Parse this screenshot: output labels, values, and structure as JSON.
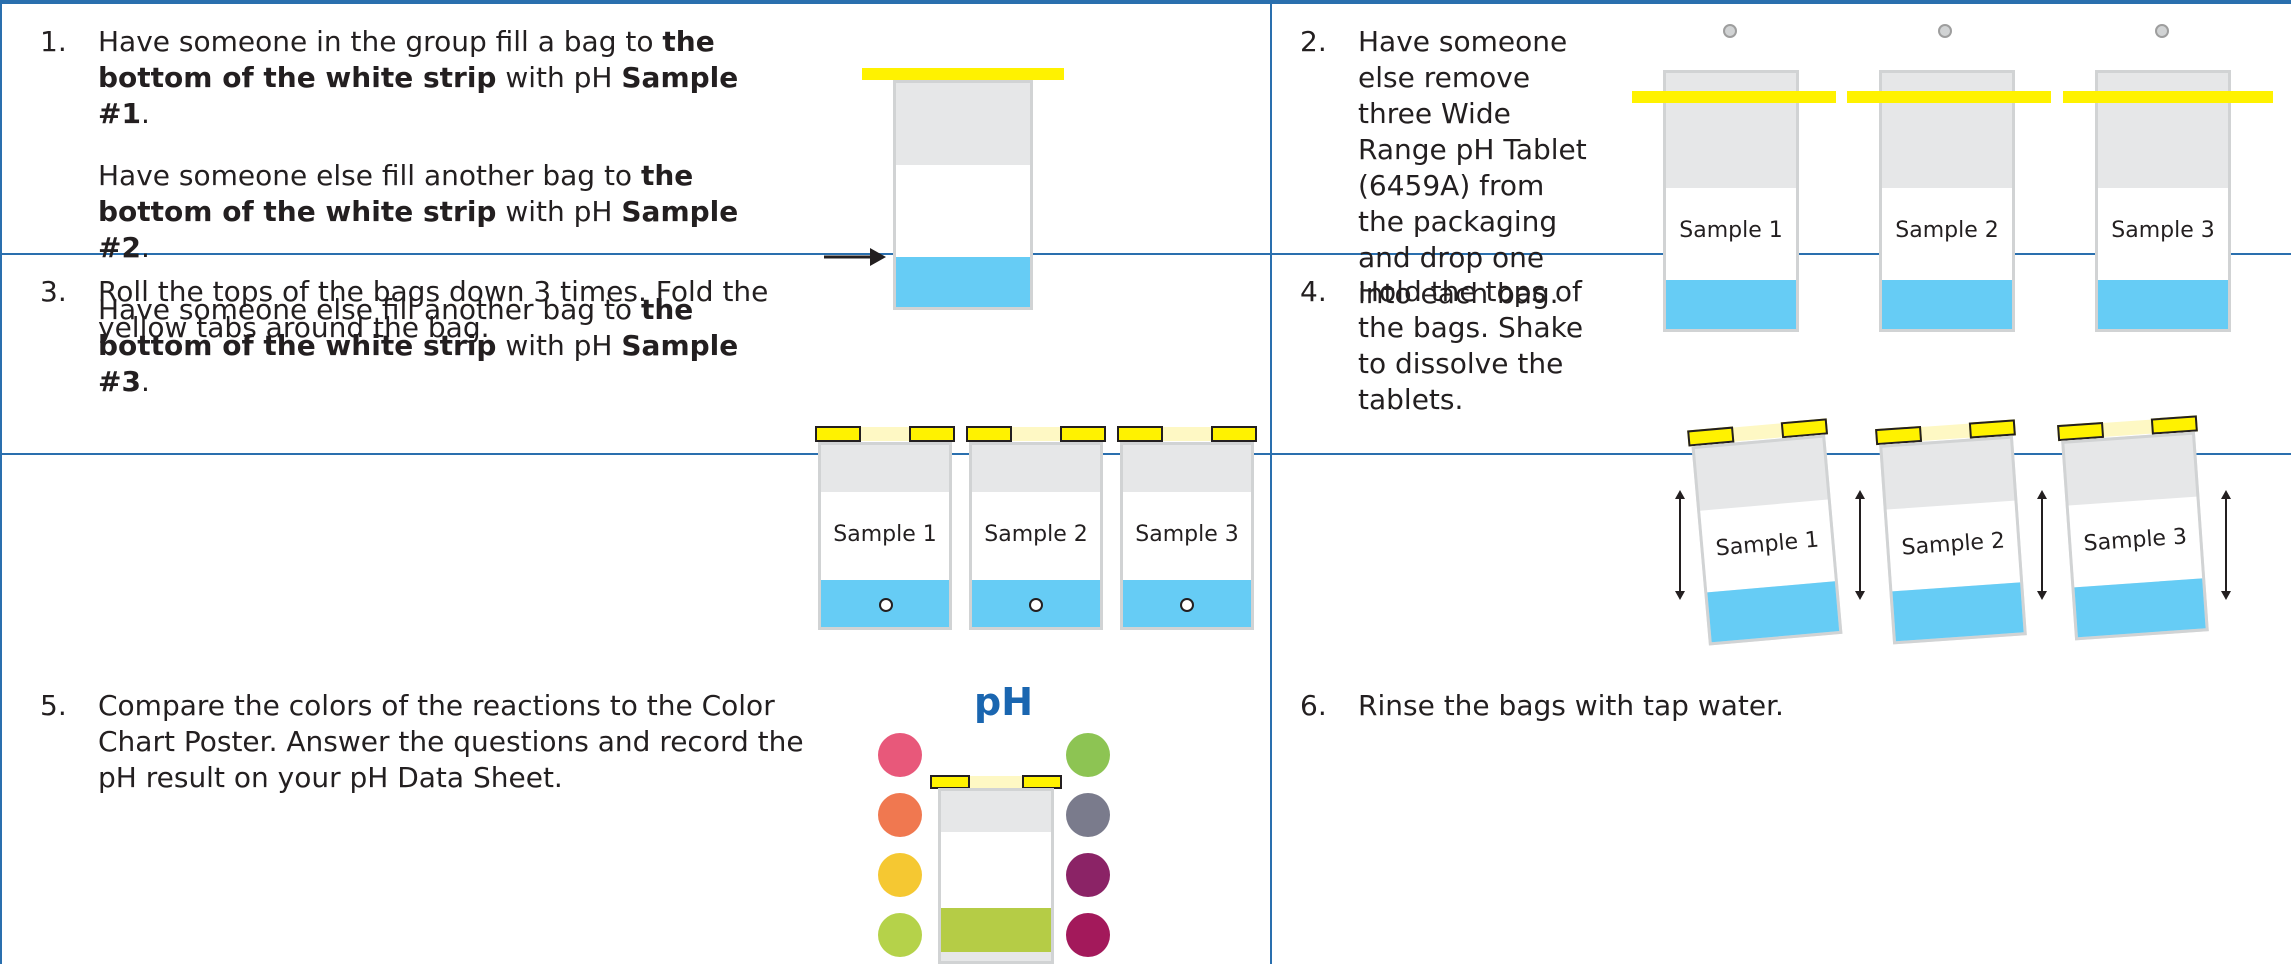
{
  "steps": [
    {
      "num": "1.",
      "paragraphs": [
        [
          "Have someone in the group fill a bag to ",
          "the bottom of the white strip",
          " with pH ",
          "Sample #1",
          "."
        ],
        [
          "Have someone else fill another bag to ",
          "the bottom of the white strip",
          " with pH ",
          "Sample #2",
          "."
        ],
        [
          "Have someone else fill another bag to ",
          "the bottom of the white strip",
          " with pH ",
          "Sample #3",
          "."
        ]
      ]
    },
    {
      "num": "2.",
      "text": "Have someone else remove three Wide Range pH Tablet (6459A) from the packaging and drop one into each bag."
    },
    {
      "num": "3.",
      "text": "Roll the tops of the bags down 3 times. Fold the yellow tabs around the bag."
    },
    {
      "num": "4.",
      "text": "Hold the tops of the bags. Shake to dissolve the tablets."
    },
    {
      "num": "5.",
      "text": "Compare the colors of the reactions to the Color Chart Poster. Answer the questions and record the pH result on your pH Data Sheet."
    },
    {
      "num": "6.",
      "text": "Rinse the bags with tap water."
    }
  ],
  "bag_labels": [
    "Sample 1",
    "Sample 2",
    "Sample 3"
  ],
  "ph_chart": {
    "title": "pH",
    "left_colors": [
      "#e8587a",
      "#f07850",
      "#f5c832",
      "#b5d24a"
    ],
    "right_colors": [
      "#8dc453",
      "#7a7b8c",
      "#8b2366",
      "#a3195b"
    ],
    "sample_color": "#b5cc46"
  },
  "colors": {
    "grid": "#2a6fae",
    "liquid": "#66ccf5",
    "tab_yellow": "#fff200",
    "accent_blue": "#1a66b0"
  }
}
